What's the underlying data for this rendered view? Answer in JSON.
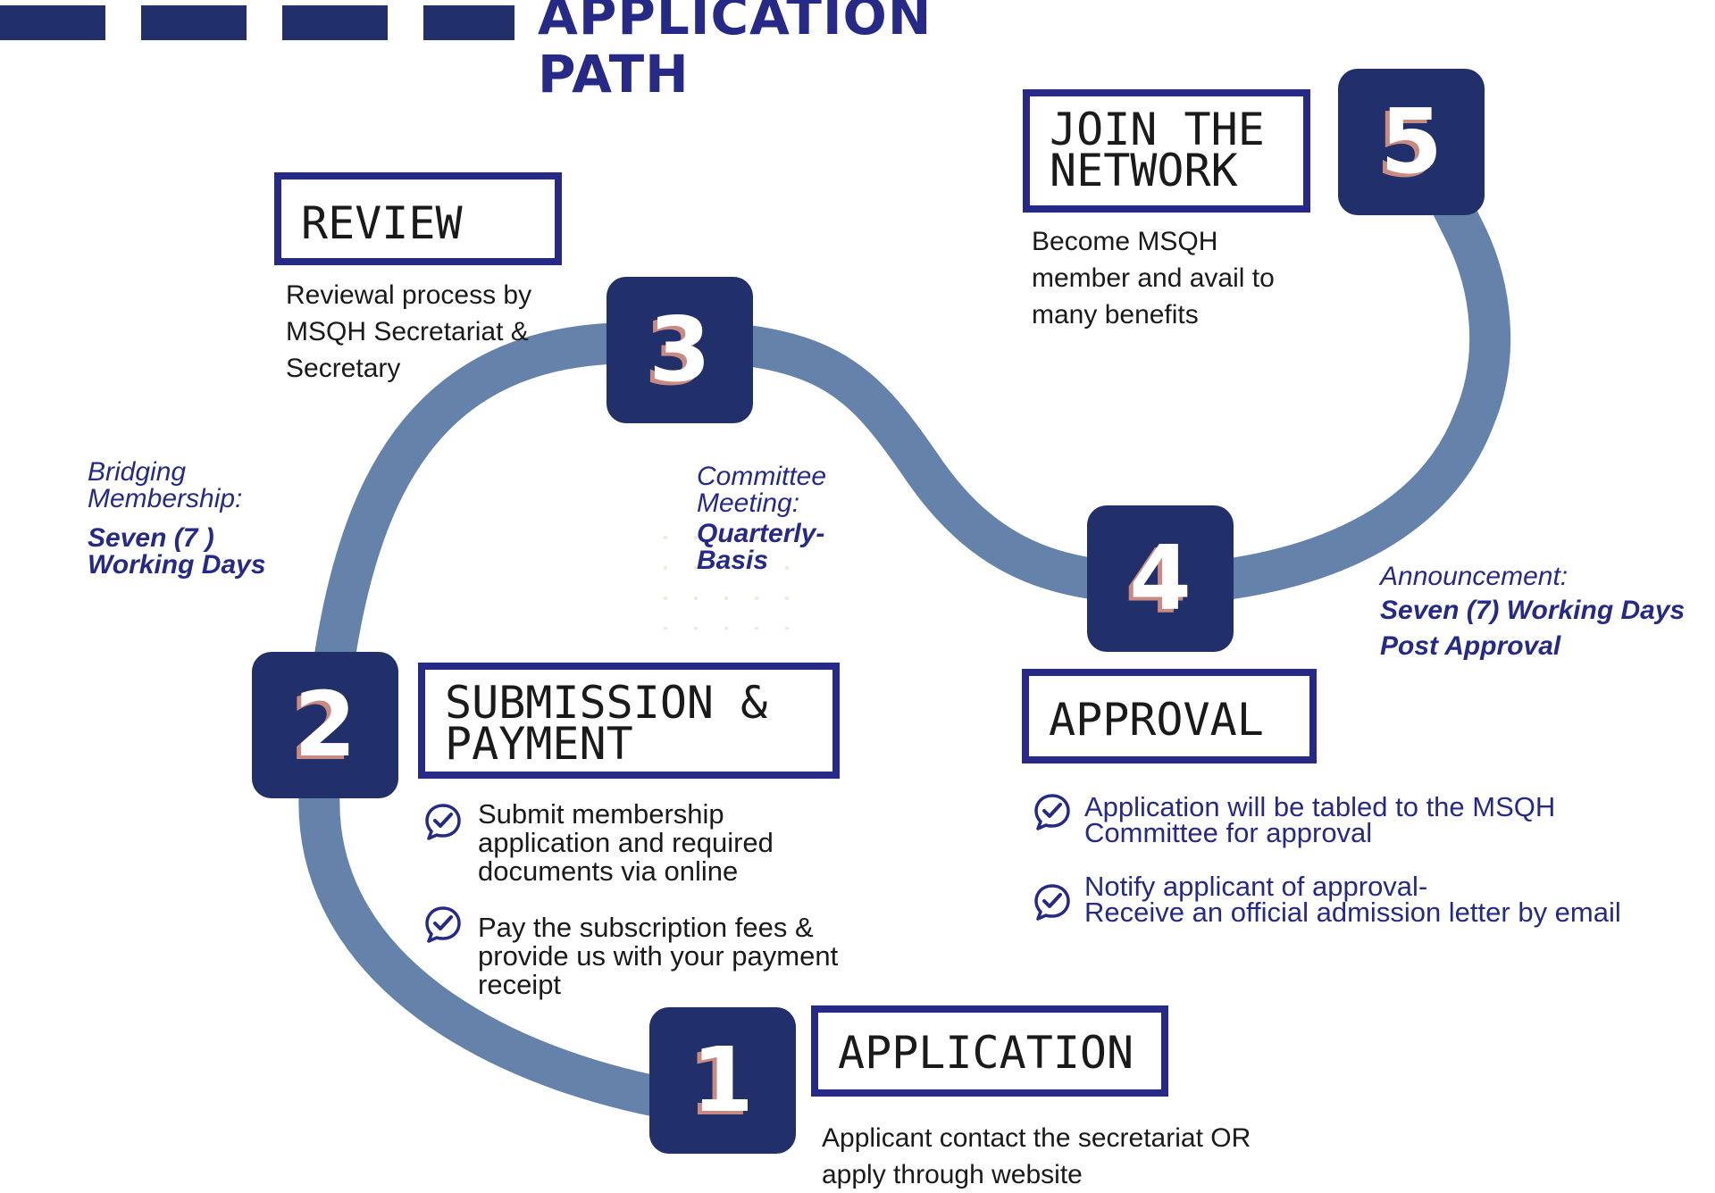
{
  "header": {
    "title_line1": "APPLICATION",
    "title_line2": "PATH"
  },
  "colors": {
    "navy": "#21306a",
    "indigo": "#262a86",
    "path": "#6583aa",
    "shadow": "#c98a80"
  },
  "steps": [
    {
      "number": "1",
      "title_lines": [
        "APPLICATION"
      ],
      "description_lines": [
        "Applicant contact  the secretariat OR",
        "apply through website"
      ]
    },
    {
      "number": "2",
      "title_lines": [
        "SUBMISSION &",
        "PAYMENT"
      ],
      "bullets": [
        {
          "icon": "chat-check-icon",
          "lines": [
            "Submit membership",
            "application and required",
            "documents via online"
          ]
        },
        {
          "icon": "chat-check-icon",
          "lines": [
            "Pay the subscription fees &",
            "provide us with your payment",
            "receipt"
          ]
        }
      ]
    },
    {
      "number": "3",
      "title_lines": [
        "REVIEW"
      ],
      "description_lines": [
        "Reviewal process by",
        "MSQH Secretariat &",
        "Secretary"
      ]
    },
    {
      "number": "4",
      "title_lines": [
        "APPROVAL"
      ],
      "bullets": [
        {
          "icon": "chat-check-icon",
          "lines": [
            "Application will be tabled to the MSQH",
            "Committee for approval"
          ]
        },
        {
          "icon": "chat-check-icon",
          "lines": [
            "Notify applicant of approval-",
            "Receive an official admission letter by email"
          ]
        }
      ]
    },
    {
      "number": "5",
      "title_lines": [
        "JOIN THE",
        "NETWORK"
      ],
      "description_lines": [
        "Become MSQH",
        "member and avail to",
        "many benefits"
      ]
    }
  ],
  "notes": {
    "bridging": {
      "label_lines": [
        "Bridging",
        "Membership:"
      ],
      "value_lines": [
        "Seven (7 )",
        "Working Days"
      ]
    },
    "committee": {
      "label_lines": [
        "Committee",
        "Meeting:"
      ],
      "value_lines": [
        "Quarterly-",
        "Basis"
      ]
    },
    "announcement": {
      "label_lines": [
        "Announcement:"
      ],
      "value_lines": [
        "Seven (7) Working Days",
        "Post Approval"
      ]
    }
  }
}
